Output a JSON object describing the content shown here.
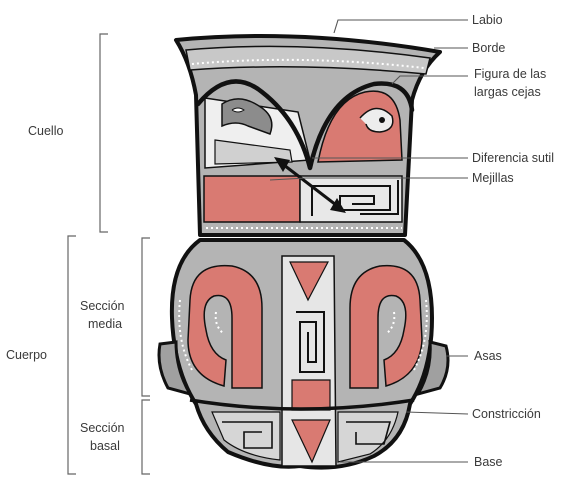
{
  "diagram": {
    "labels": {
      "labio": "Labio",
      "borde": "Borde",
      "figura_line1": "Figura de las",
      "figura_line2": "largas cejas",
      "diferencia": "Diferencia sutil",
      "mejillas": "Mejillas",
      "asas": "Asas",
      "constriccion": "Constricción",
      "base": "Base",
      "cuello": "Cuello",
      "cuerpo": "Cuerpo",
      "seccion_media_line1": "Sección",
      "seccion_media_line2": "media",
      "seccion_basal_line1": "Sección",
      "seccion_basal_line2": "basal"
    },
    "colors": {
      "red": "#d97a72",
      "gray": "#b4b4b4",
      "outline": "#111111",
      "leader": "#555555"
    }
  }
}
